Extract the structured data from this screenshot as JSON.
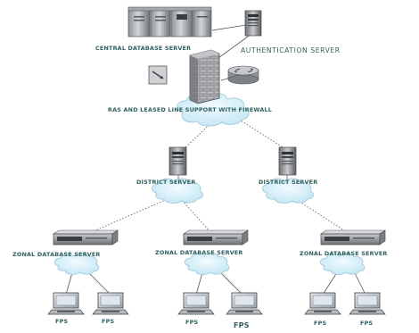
{
  "labels": {
    "central_db": "CENTRAL DATABASE SERVER",
    "auth": "AUTHENTICATION SERVER",
    "ras": "RAS AND LEASED LINE SUPPORT WITH FIREWALL",
    "district_left": "DISTRICT SERVER",
    "district_right": "DISTRICT SERVER",
    "zonal_1": "ZONAL DATABASE SERVER",
    "zonal_2": "ZONAL DATABASE SERVER",
    "zonal_3": "ZONAL DATABASE SERVER",
    "fps_1": "FPS",
    "fps_2": "FPS",
    "fps_3": "FPS",
    "fps_4": "FPS",
    "fps_5": "FPS",
    "fps_6": "FPS"
  },
  "colors": {
    "label": "#2f5f5f",
    "cloud_fill": "#d9f2fb",
    "cloud_stroke": "#9bc6d8",
    "server_body": "#b5b7b9",
    "server_dark": "#5c5f63",
    "link_line": "#555555"
  },
  "icons": {
    "central_db": "mainframe-server-icon",
    "auth": "tower-server-icon",
    "firewall": "brick-firewall-icon",
    "router": "router-icon",
    "switch": "switch-icon",
    "district": "tower-server-icon",
    "zonal": "rack-server-icon",
    "fps": "desktop-computer-icon"
  }
}
